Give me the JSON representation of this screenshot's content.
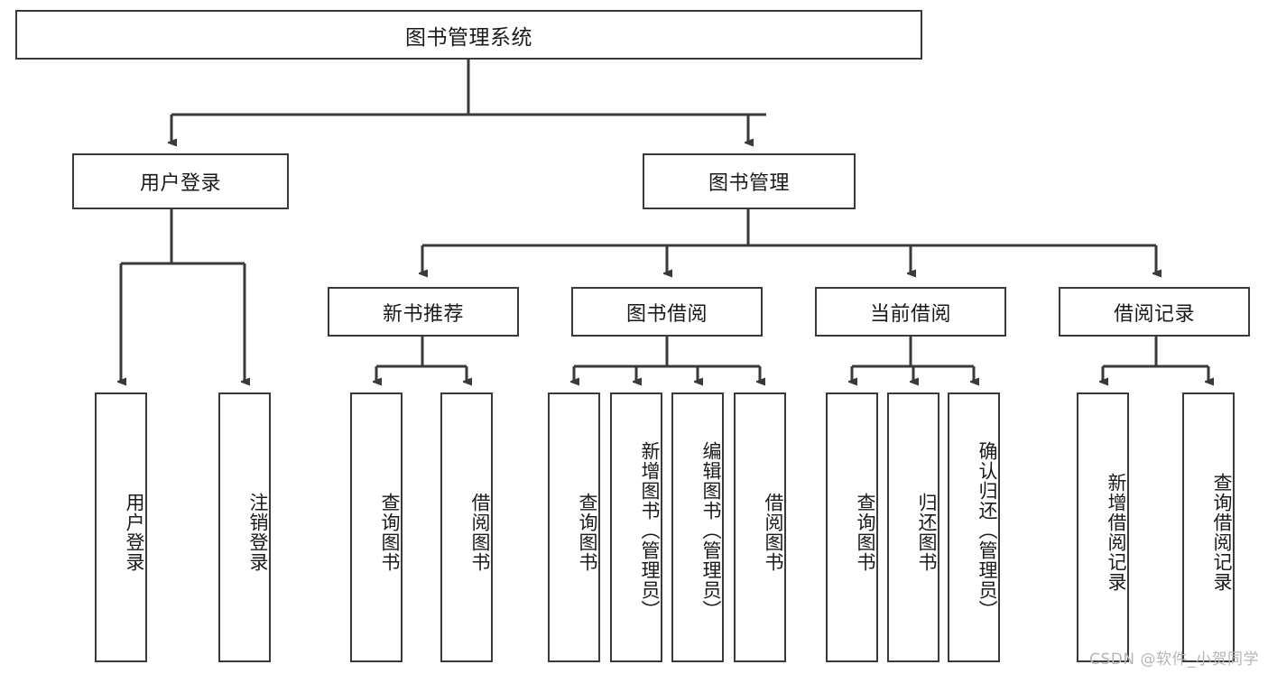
{
  "diagram": {
    "title": "图书管理系统",
    "type": "tree-hierarchy",
    "root": {
      "label": "图书管理系统"
    },
    "level2": [
      {
        "label": "用户登录"
      },
      {
        "label": "图书管理"
      }
    ],
    "level3": [
      {
        "label": "新书推荐"
      },
      {
        "label": "图书借阅"
      },
      {
        "label": "当前借阅"
      },
      {
        "label": "借阅记录"
      }
    ],
    "leaves": {
      "user_login": [
        {
          "label": "用户登录"
        },
        {
          "label": "注销登录"
        }
      ],
      "new_book_recommend": [
        {
          "label": "查询图书"
        },
        {
          "label": "借阅图书"
        }
      ],
      "book_borrow": [
        {
          "label": "查询图书"
        },
        {
          "label": "新增图书（管理员）"
        },
        {
          "label": "编辑图书（管理员）"
        },
        {
          "label": "借阅图书"
        }
      ],
      "current_borrow": [
        {
          "label": "查询图书"
        },
        {
          "label": "归还图书"
        },
        {
          "label": "确认归还（管理员）"
        }
      ],
      "borrow_record": [
        {
          "label": "新增借阅记录"
        },
        {
          "label": "查询借阅记录"
        }
      ]
    }
  },
  "watermark": {
    "text": "CSDN @软件_小贺同学"
  },
  "colors": {
    "stroke": "#3a3a3a",
    "background": "#ffffff",
    "text": "#1a1a1a",
    "watermark": "#b6b6b6"
  }
}
